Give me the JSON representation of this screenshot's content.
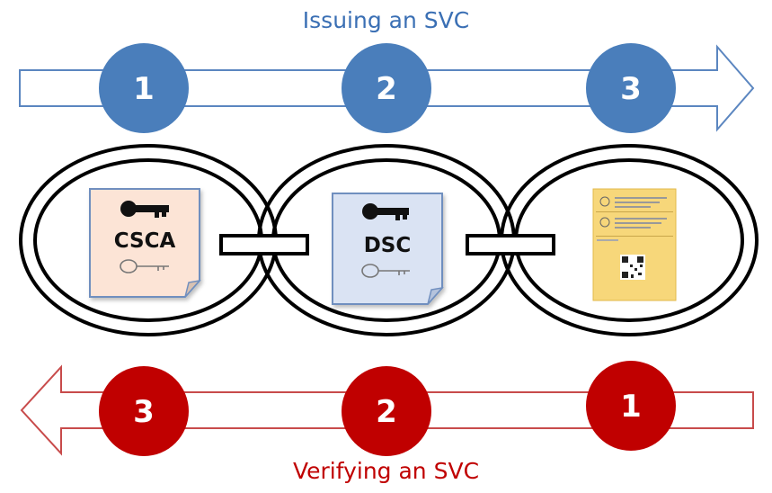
{
  "issuing": {
    "title": "Issuing an SVC",
    "steps": [
      "1",
      "2",
      "3"
    ],
    "color": "#4a7ebb"
  },
  "verifying": {
    "title": "Verifying an SVC",
    "steps": [
      "3",
      "2",
      "1"
    ],
    "color": "#c00000"
  },
  "chain": {
    "links": [
      {
        "label": "CSCA",
        "doc_color": "#fce4d6",
        "icon": "key-pair-icon"
      },
      {
        "label": "DSC",
        "doc_color": "#dae3f3",
        "icon": "key-pair-icon"
      },
      {
        "label": "",
        "doc_color": "#f7d77a",
        "icon": "vaccination-certificate-icon"
      }
    ]
  }
}
